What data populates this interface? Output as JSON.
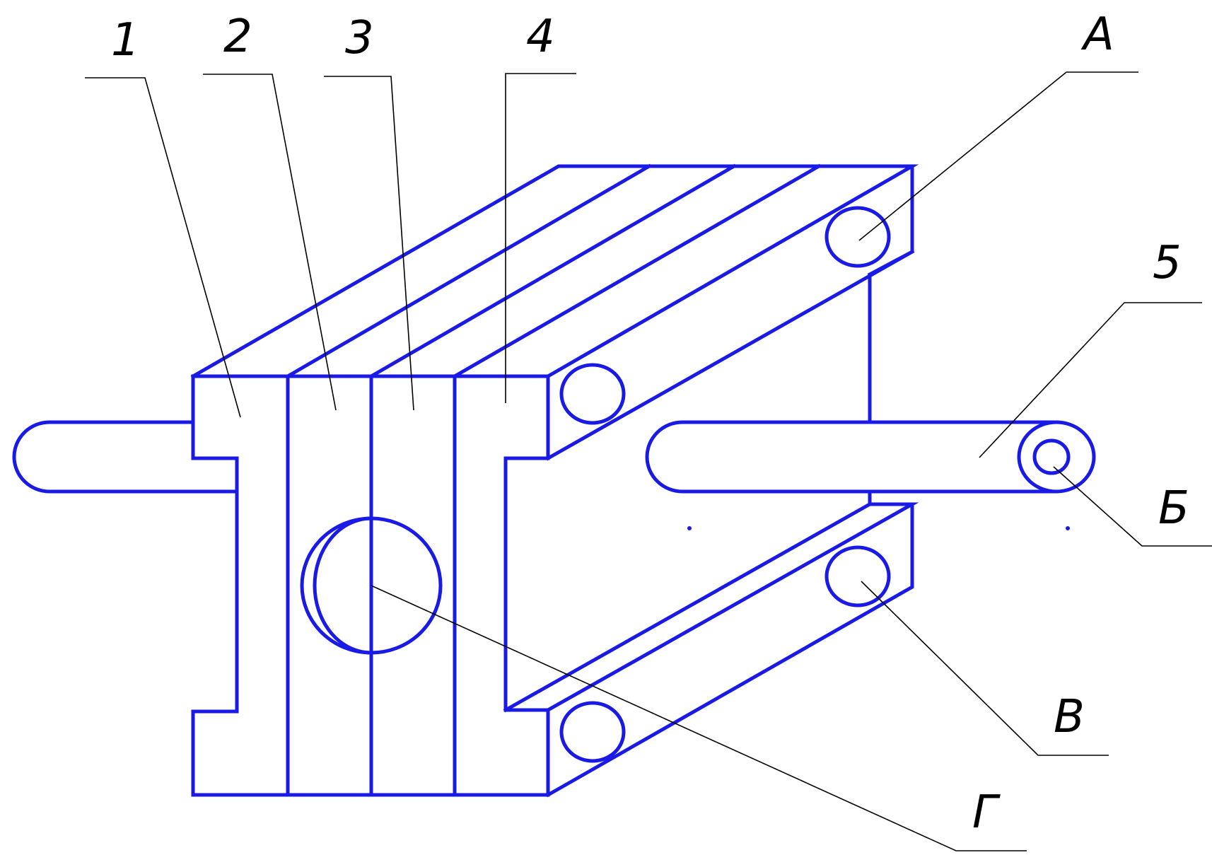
{
  "colors": {
    "outline": "#1a1ae6",
    "leader": "#000000",
    "background": "#ffffff"
  },
  "labels": {
    "part_1": "1",
    "part_2": "2",
    "part_3": "3",
    "part_4": "4",
    "part_5": "5",
    "hole_a": "А",
    "hole_b": "Б",
    "hole_v": "В",
    "ball_g": "Г"
  }
}
